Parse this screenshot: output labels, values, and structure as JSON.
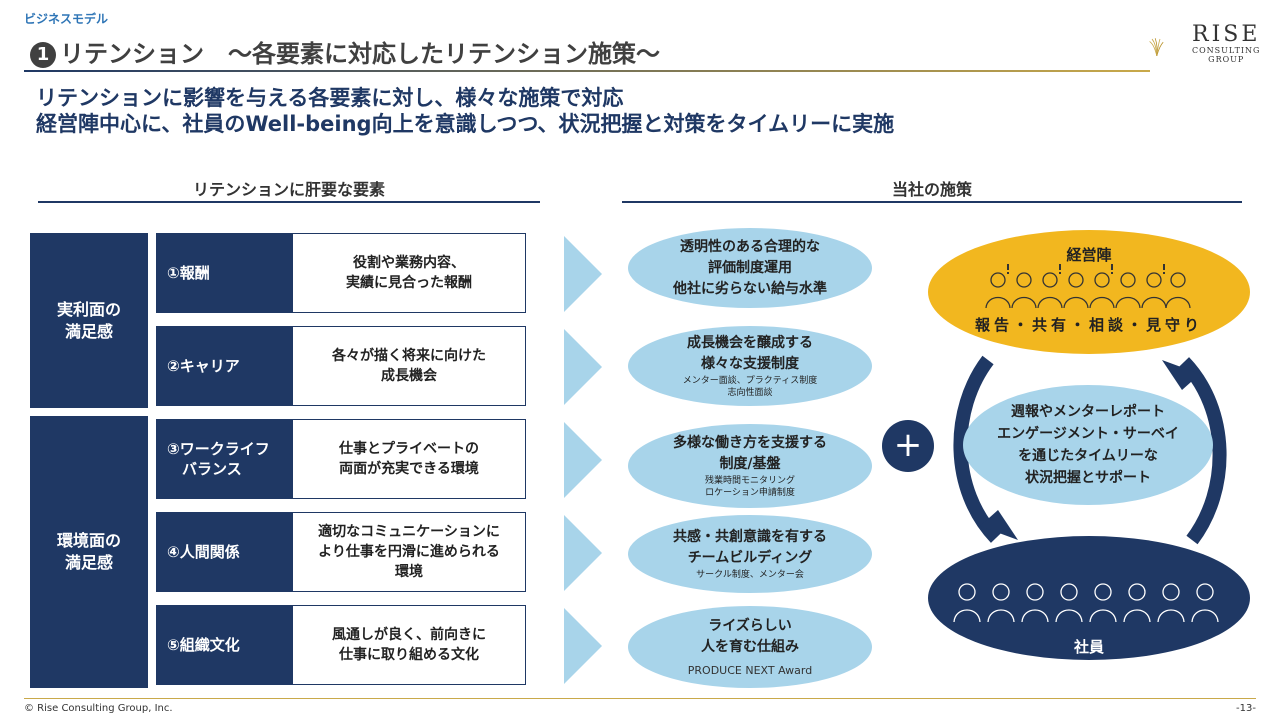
{
  "header": {
    "section_label": "ビジネスモデル",
    "title_number": "❶",
    "title": "リテンション　～各要素に対応したリテンション施策～",
    "logo_main": "RISE",
    "logo_sub1": "CONSULTING",
    "logo_sub2": "GROUP"
  },
  "headline": {
    "line1": "リテンションに影響を与える各要素に対し、様々な施策で対応",
    "line2": "経営陣中心に、社員のWell-being向上を意識しつつ、状況把握と対策をタイムリーに実施"
  },
  "left_section": {
    "heading": "リテンションに肝要な要素",
    "categories": [
      "実利面の\n満足感",
      "環境面の\n満足感"
    ],
    "rows": [
      {
        "label": "①報酬",
        "desc": "役割や業務内容、\n実績に見合った報酬"
      },
      {
        "label": "②キャリア",
        "desc": "各々が描く将来に向けた\n成長機会"
      },
      {
        "label": "③ワークライフ\n　バランス",
        "desc": "仕事とプライベートの\n両面が充実できる環境"
      },
      {
        "label": "④人間関係",
        "desc": "適切なコミュニケーションに\nより仕事を円滑に進められる\n環境"
      },
      {
        "label": "⑤組織文化",
        "desc": "風通しが良く、前向きに\n仕事に取り組める文化"
      }
    ]
  },
  "right_section": {
    "heading": "当社の施策",
    "measures": [
      {
        "main": "透明性のある合理的な\n評価制度運用\n他社に劣らない給与水準",
        "note": ""
      },
      {
        "main": "成長機会を醸成する\n様々な支援制度",
        "note": "メンター面談、プラクティス制度\n志向性面談"
      },
      {
        "main": "多様な働き方を支援する\n制度/基盤",
        "note": "残業時間モニタリング\nロケーション申請制度"
      },
      {
        "main": "共感・共創意識を有する\nチームビルディング",
        "note": "サークル制度、メンター会"
      },
      {
        "main": "ライズらしい\n人を育む仕組み",
        "note": "PRODUCE NEXT Award"
      }
    ],
    "plus": "+",
    "management_label": "経営陣",
    "management_actions": "報告・共有・相談・見守り",
    "middle_text": "週報やメンターレポート\nエンゲージメント・サーベイ\nを通じたタイムリーな\n状況把握とサポート",
    "employees_label": "社員"
  },
  "footer": {
    "copyright": "© Rise Consulting Group, Inc.",
    "page": "-13-"
  },
  "colors": {
    "navy": "#1f3864",
    "light_blue": "#a8d4ea",
    "gold": "#f2b71f"
  }
}
